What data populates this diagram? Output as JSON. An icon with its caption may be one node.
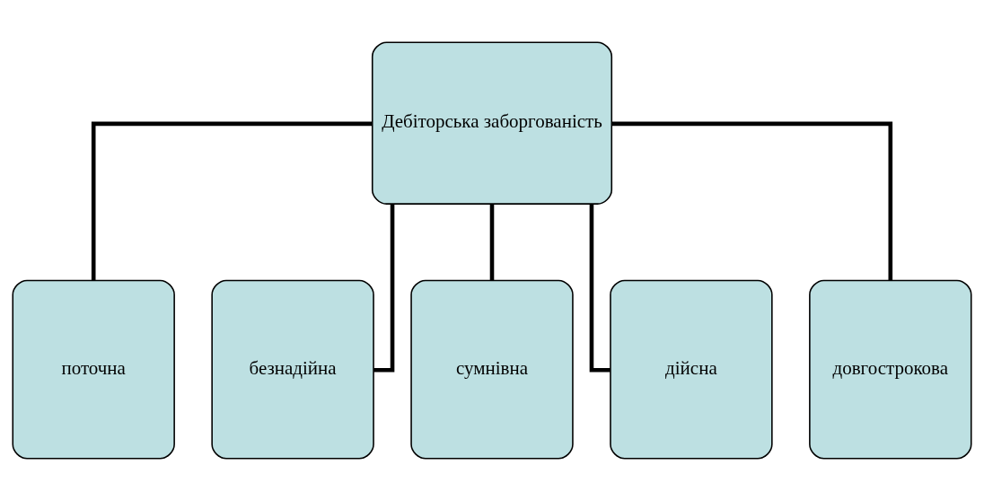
{
  "diagram": {
    "nodes": [
      {
        "text": [
          "Дебіторська заборгованість"
        ]
      },
      {
        "text": [
          "поточна"
        ]
      },
      {
        "text": [
          "безнадійна"
        ]
      },
      {
        "text": [
          "сумнівна"
        ]
      },
      {
        "text": [
          "дійсна"
        ]
      },
      {
        "text": [
          "довгострокова"
        ]
      }
    ],
    "edges": [
      {
        "from": 0,
        "to": 1,
        "arrow": "none"
      },
      {
        "from": 0,
        "to": 2,
        "arrow": "none"
      },
      {
        "from": 0,
        "to": 3,
        "arrow": "none"
      },
      {
        "from": 0,
        "to": 4,
        "arrow": "none"
      },
      {
        "from": 0,
        "to": 5,
        "arrow": "none"
      }
    ]
  }
}
